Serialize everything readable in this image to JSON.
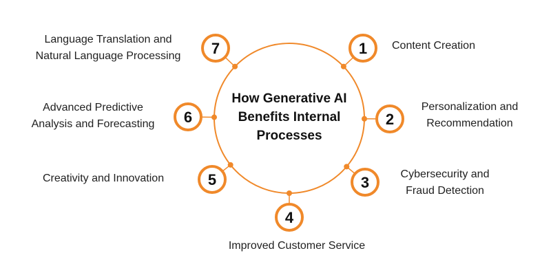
{
  "title": [
    "How Generative AI",
    "Benefits Internal",
    "Processes"
  ],
  "colors": {
    "accent": "#F0892A",
    "text": "#1f1f1f"
  },
  "items": [
    {
      "number": "1",
      "label": [
        "Content Creation"
      ]
    },
    {
      "number": "2",
      "label": [
        "Personalization and",
        "Recommendation"
      ]
    },
    {
      "number": "3",
      "label": [
        "Cybersecurity and",
        "Fraud Detection"
      ]
    },
    {
      "number": "4",
      "label": [
        "Improved Customer Service"
      ]
    },
    {
      "number": "5",
      "label": [
        "Creativity and Innovation"
      ]
    },
    {
      "number": "6",
      "label": [
        "Advanced Predictive",
        "Analysis and Forecasting"
      ]
    },
    {
      "number": "7",
      "label": [
        "Language Translation and",
        "Natural Language Processing"
      ]
    }
  ]
}
